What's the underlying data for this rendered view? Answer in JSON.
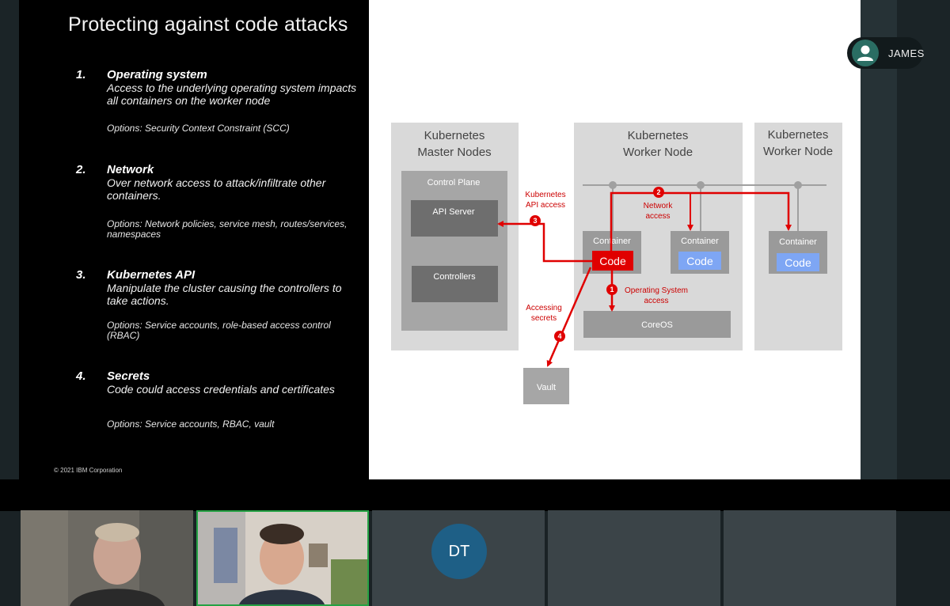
{
  "slide": {
    "title": "Protecting against code attacks",
    "items": [
      {
        "num": "1.",
        "heading": "Operating system",
        "desc": "Access to the underlying operating system impacts all containers on the worker node",
        "options": "Options: Security Context Constraint (SCC)"
      },
      {
        "num": "2.",
        "heading": "Network",
        "desc": "Over network access to attack/infiltrate other containers.",
        "options": "Options: Network policies, service mesh, routes/services, namespaces"
      },
      {
        "num": "3.",
        "heading": "Kubernetes API",
        "desc": "Manipulate the cluster causing the controllers to take actions.",
        "options": "Options: Service accounts, role-based access control (RBAC)"
      },
      {
        "num": "4.",
        "heading": "Secrets",
        "desc": "Code could access credentials and certificates",
        "options": "Options: Service accounts, RBAC, vault"
      }
    ],
    "footer": "© 2021 IBM Corporation"
  },
  "diagram": {
    "master_title_1": "Kubernetes",
    "master_title_2": "Master Nodes",
    "worker_title_1": "Kubernetes",
    "worker_title_2": "Worker Node",
    "worker2_title_1": "Kubernetes",
    "worker2_title_2": "Worker Node",
    "control_plane": "Control Plane",
    "api_server": "API Server",
    "controllers": "Controllers",
    "container_label": "Container",
    "code_label": "Code",
    "coreos": "CoreOS",
    "vault": "Vault",
    "k8s_api_access_1": "Kubernetes",
    "k8s_api_access_2": "API access",
    "network_access_1": "Network",
    "network_access_2": "access",
    "os_access_1": "Operating System",
    "os_access_2": "access",
    "accessing_secrets_1": "Accessing",
    "accessing_secrets_2": "secrets",
    "badge_1": "1",
    "badge_2": "2",
    "badge_3": "3",
    "badge_4": "4",
    "accent_red": "#e00000"
  },
  "participants": {
    "speaker_chip_name": "JAMES",
    "dt_initials": "DT",
    "active_border_color": "#25a244"
  }
}
